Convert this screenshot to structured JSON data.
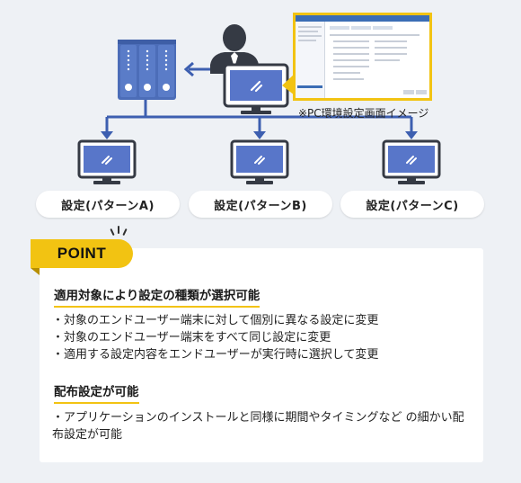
{
  "caption": "※PC環境設定画面イメージ",
  "patterns": [
    {
      "label": "設定(パターンA)"
    },
    {
      "label": "設定(パターンB)"
    },
    {
      "label": "設定(パターンC)"
    }
  ],
  "point": {
    "tag": "POINT",
    "section1": {
      "heading": "適用対象により設定の種類が選択可能",
      "items": [
        "・対象のエンドユーザー端末に対して個別に異なる設定に変更",
        "・対象のエンドユーザー端末をすべて同じ設定に変更",
        "・適用する設定内容をエンドユーザーが実行時に選択して変更"
      ]
    },
    "section2": {
      "heading": "配布設定が可能",
      "items": [
        "・アプリケーションのインストールと同様に期間やタイミングなど の細かい配布設定が可能"
      ]
    }
  },
  "colors": {
    "accent_blue": "#3d5fb0",
    "monitor_blue": "#5876c9",
    "server_blue": "#4c6db8",
    "point_yellow": "#f2c312",
    "person_gray": "#353a44"
  },
  "icons": [
    "server-rack-icon",
    "admin-person-icon",
    "admin-monitor-icon",
    "client-monitor-icon",
    "arrow-icon",
    "screenshot-thumbnail"
  ]
}
